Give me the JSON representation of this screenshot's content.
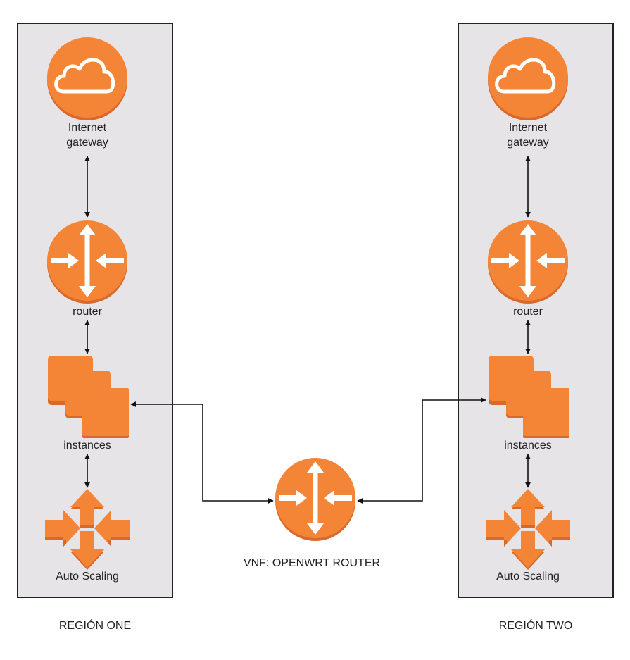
{
  "colors": {
    "orange": "#F58536",
    "orange_shadow": "#D9692A",
    "region_fill": "#E6E4E6",
    "region_border": "#222222",
    "connector": "#111111"
  },
  "regions": [
    {
      "label": "REGIÓN ONE",
      "nodes": {
        "gateway": {
          "icon": "cloud-icon",
          "label_line1": "Internet",
          "label_line2": "gateway"
        },
        "router": {
          "icon": "router-icon",
          "label": "router"
        },
        "instances": {
          "icon": "instances-icon",
          "label": "instances"
        },
        "autoscaling": {
          "icon": "auto-scaling-icon",
          "label": "Auto Scaling"
        }
      }
    },
    {
      "label": "REGIÓN TWO",
      "nodes": {
        "gateway": {
          "icon": "cloud-icon",
          "label_line1": "Internet",
          "label_line2": "gateway"
        },
        "router": {
          "icon": "router-icon",
          "label": "router"
        },
        "instances": {
          "icon": "instances-icon",
          "label": "instances"
        },
        "autoscaling": {
          "icon": "auto-scaling-icon",
          "label": "Auto Scaling"
        }
      }
    }
  ],
  "vnf": {
    "icon": "router-icon",
    "label": "VNF: OPENWRT ROUTER"
  }
}
